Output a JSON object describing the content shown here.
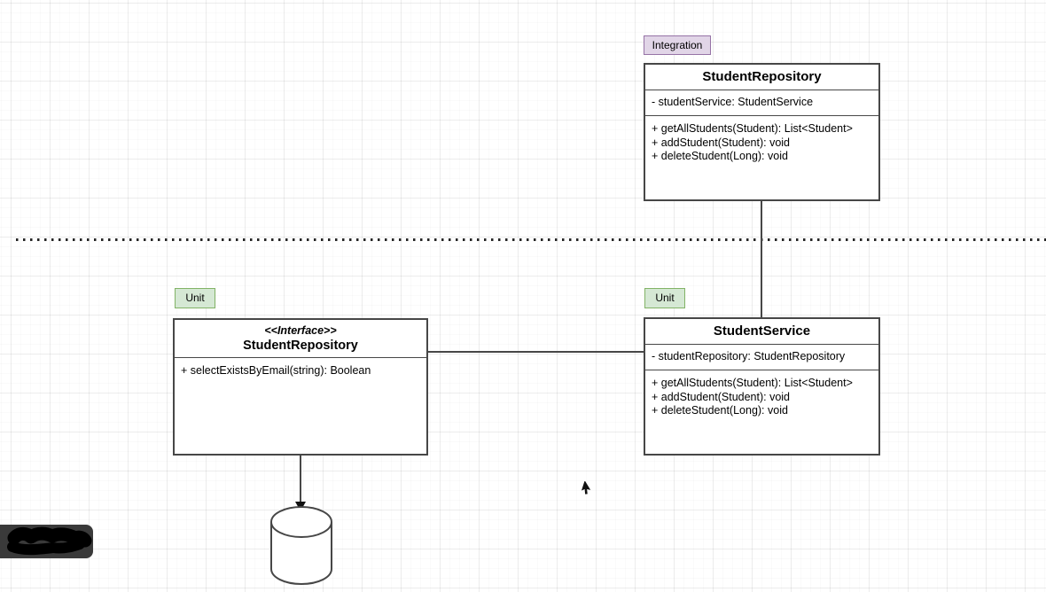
{
  "badges": {
    "integration": {
      "label": "Integration"
    },
    "unit_left": {
      "label": "Unit"
    },
    "unit_right": {
      "label": "Unit"
    }
  },
  "uml": {
    "integration_student_repository": {
      "title": "StudentRepository",
      "attributes": [
        "- studentService: StudentService"
      ],
      "methods": [
        "+ getAllStudents(Student): List<Student>",
        "+ addStudent(Student): void",
        "+ deleteStudent(Long): void"
      ]
    },
    "interface_student_repository": {
      "stereotype": "<<Interface>>",
      "title": "StudentRepository",
      "methods": [
        "+ selectExistsByEmail(string): Boolean"
      ]
    },
    "student_service": {
      "title": "StudentService",
      "attributes": [
        "- studentRepository: StudentRepository"
      ],
      "methods": [
        "+ getAllStudents(Student): List<Student>",
        "+ addStudent(Student): void",
        "+ deleteStudent(Long): void"
      ]
    }
  },
  "icons": {
    "datastore": "database-cylinder",
    "cursor": "mouse-pointer-arrow",
    "redaction": "black-scribble-redaction"
  },
  "colors": {
    "integration_badge_fill": "#e1d5e7",
    "integration_badge_border": "#9673a6",
    "unit_badge_fill": "#d5e8d4",
    "unit_badge_border": "#82b366",
    "shape_border": "#474747",
    "canvas_background": "#ffffff",
    "redaction_fill": "#3a3a3a"
  }
}
